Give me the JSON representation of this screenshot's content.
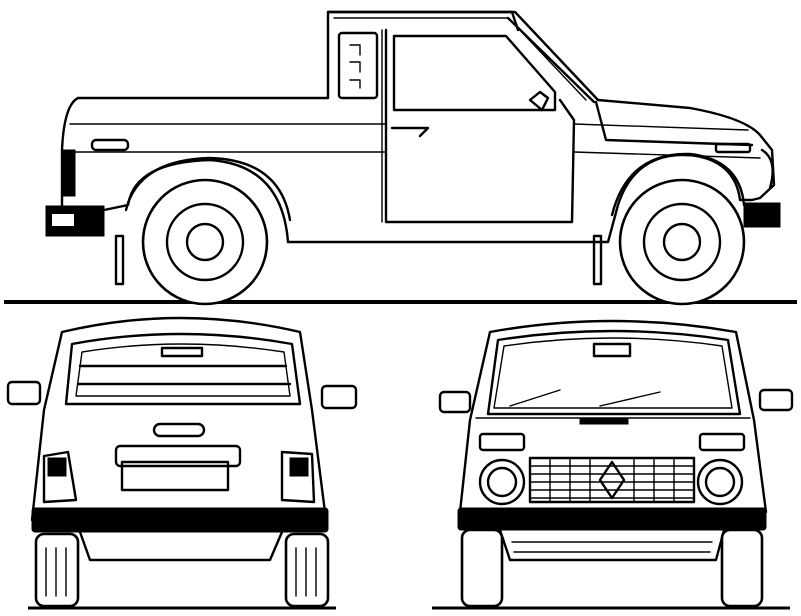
{
  "drawing": {
    "views": [
      {
        "id": "side",
        "name": "side-view"
      },
      {
        "id": "rear",
        "name": "rear-view"
      },
      {
        "id": "front",
        "name": "front-view"
      }
    ],
    "ink_color": "#000000",
    "background_color": "#ffffff",
    "front_badge_text": "",
    "rear_badge_text": ""
  }
}
